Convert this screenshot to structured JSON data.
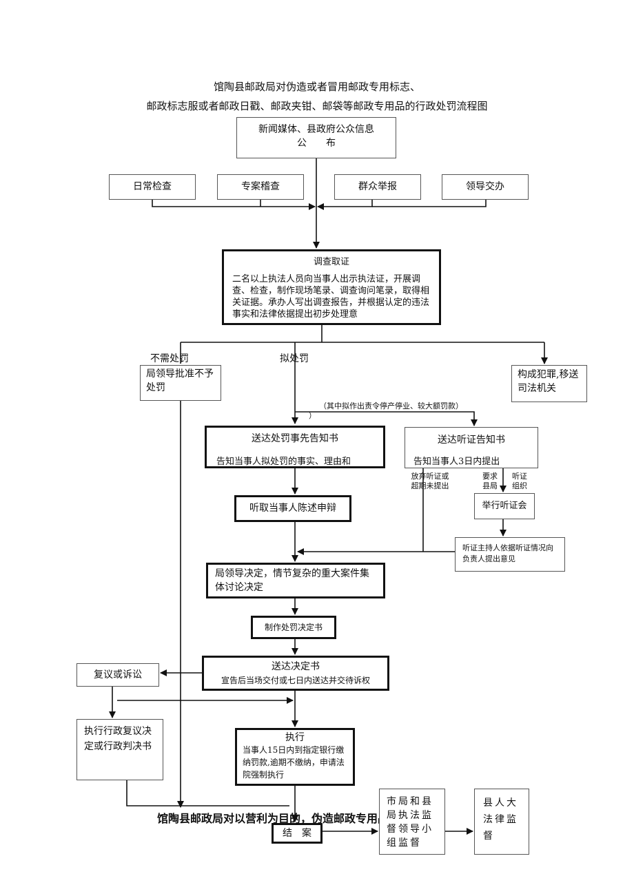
{
  "title": {
    "line1": "馆陶县邮政局对伪造或者冒用邮政专用标志、",
    "line2": "邮政标志服或者邮政日戳、邮政夹钳、邮袋等邮政专用品的行政处罚流程图"
  },
  "nodes": {
    "media_1": "新闻媒体、县政府公众信息",
    "media_2": "公　　布",
    "daily_check": "日常检查",
    "special_check": "专案稽查",
    "public_report": "群众举报",
    "leader_assign": "领导交办",
    "investigate_title": "调查取证",
    "investigate_body": "二名以上执法人员向当事人出示执法证，开展调查、检查，制作现场笔录、调查询问笔录，取得相关证据。承办人写出调查报告，并根据认定的违法事实和法律依据提出初步处理意",
    "no_penalty_approve": "局领导批准不予处罚",
    "crime_transfer": "构成犯罪,移送司法机关",
    "notice_title": "送达处罚事先告知书",
    "notice_body": "告知当事人拟处罚的事实、理由和",
    "hearing_notice_title": "送达听证告知书",
    "hearing_notice_body": "告知当事人3日内提出",
    "statement": "听取当事人陈述申辩",
    "hold_hearing": "举行听证会",
    "host_opinion": "听证主持人依据听证情况向负责人提出意见",
    "decision": "局领导决定，情节复杂的重大案件集体讨论决定",
    "make_decision": "制作处罚决定书",
    "deliver_title": "送达决定书",
    "deliver_body": "宣告后当场交付或七日内送达并交待诉权",
    "review": "复议或诉讼",
    "exec_review": "执行行政复议决定或行政判决书",
    "exec_title": "执行",
    "exec_body": "当事人15日内到指定银行缴纳罚款,逾期不缴纳，申请法院强制执行",
    "close": "结　案",
    "city_group": "市局和县局执法监督领导小组监督",
    "county_congress": "县人大法律监督"
  },
  "labels": {
    "no_penalty": "不需处罚",
    "plan_penalty": "拟处罚",
    "bracket_note": "（其中拟作出责令停产停业、较大额罚款）",
    "bracket_close": "）",
    "waive": "放弃听证或超期未提出",
    "request": "要求县局",
    "organize": "听证组织"
  },
  "overlay_text": "馆陶县邮政局对以营利为目的，伪造邮政专用品的行政许可"
}
